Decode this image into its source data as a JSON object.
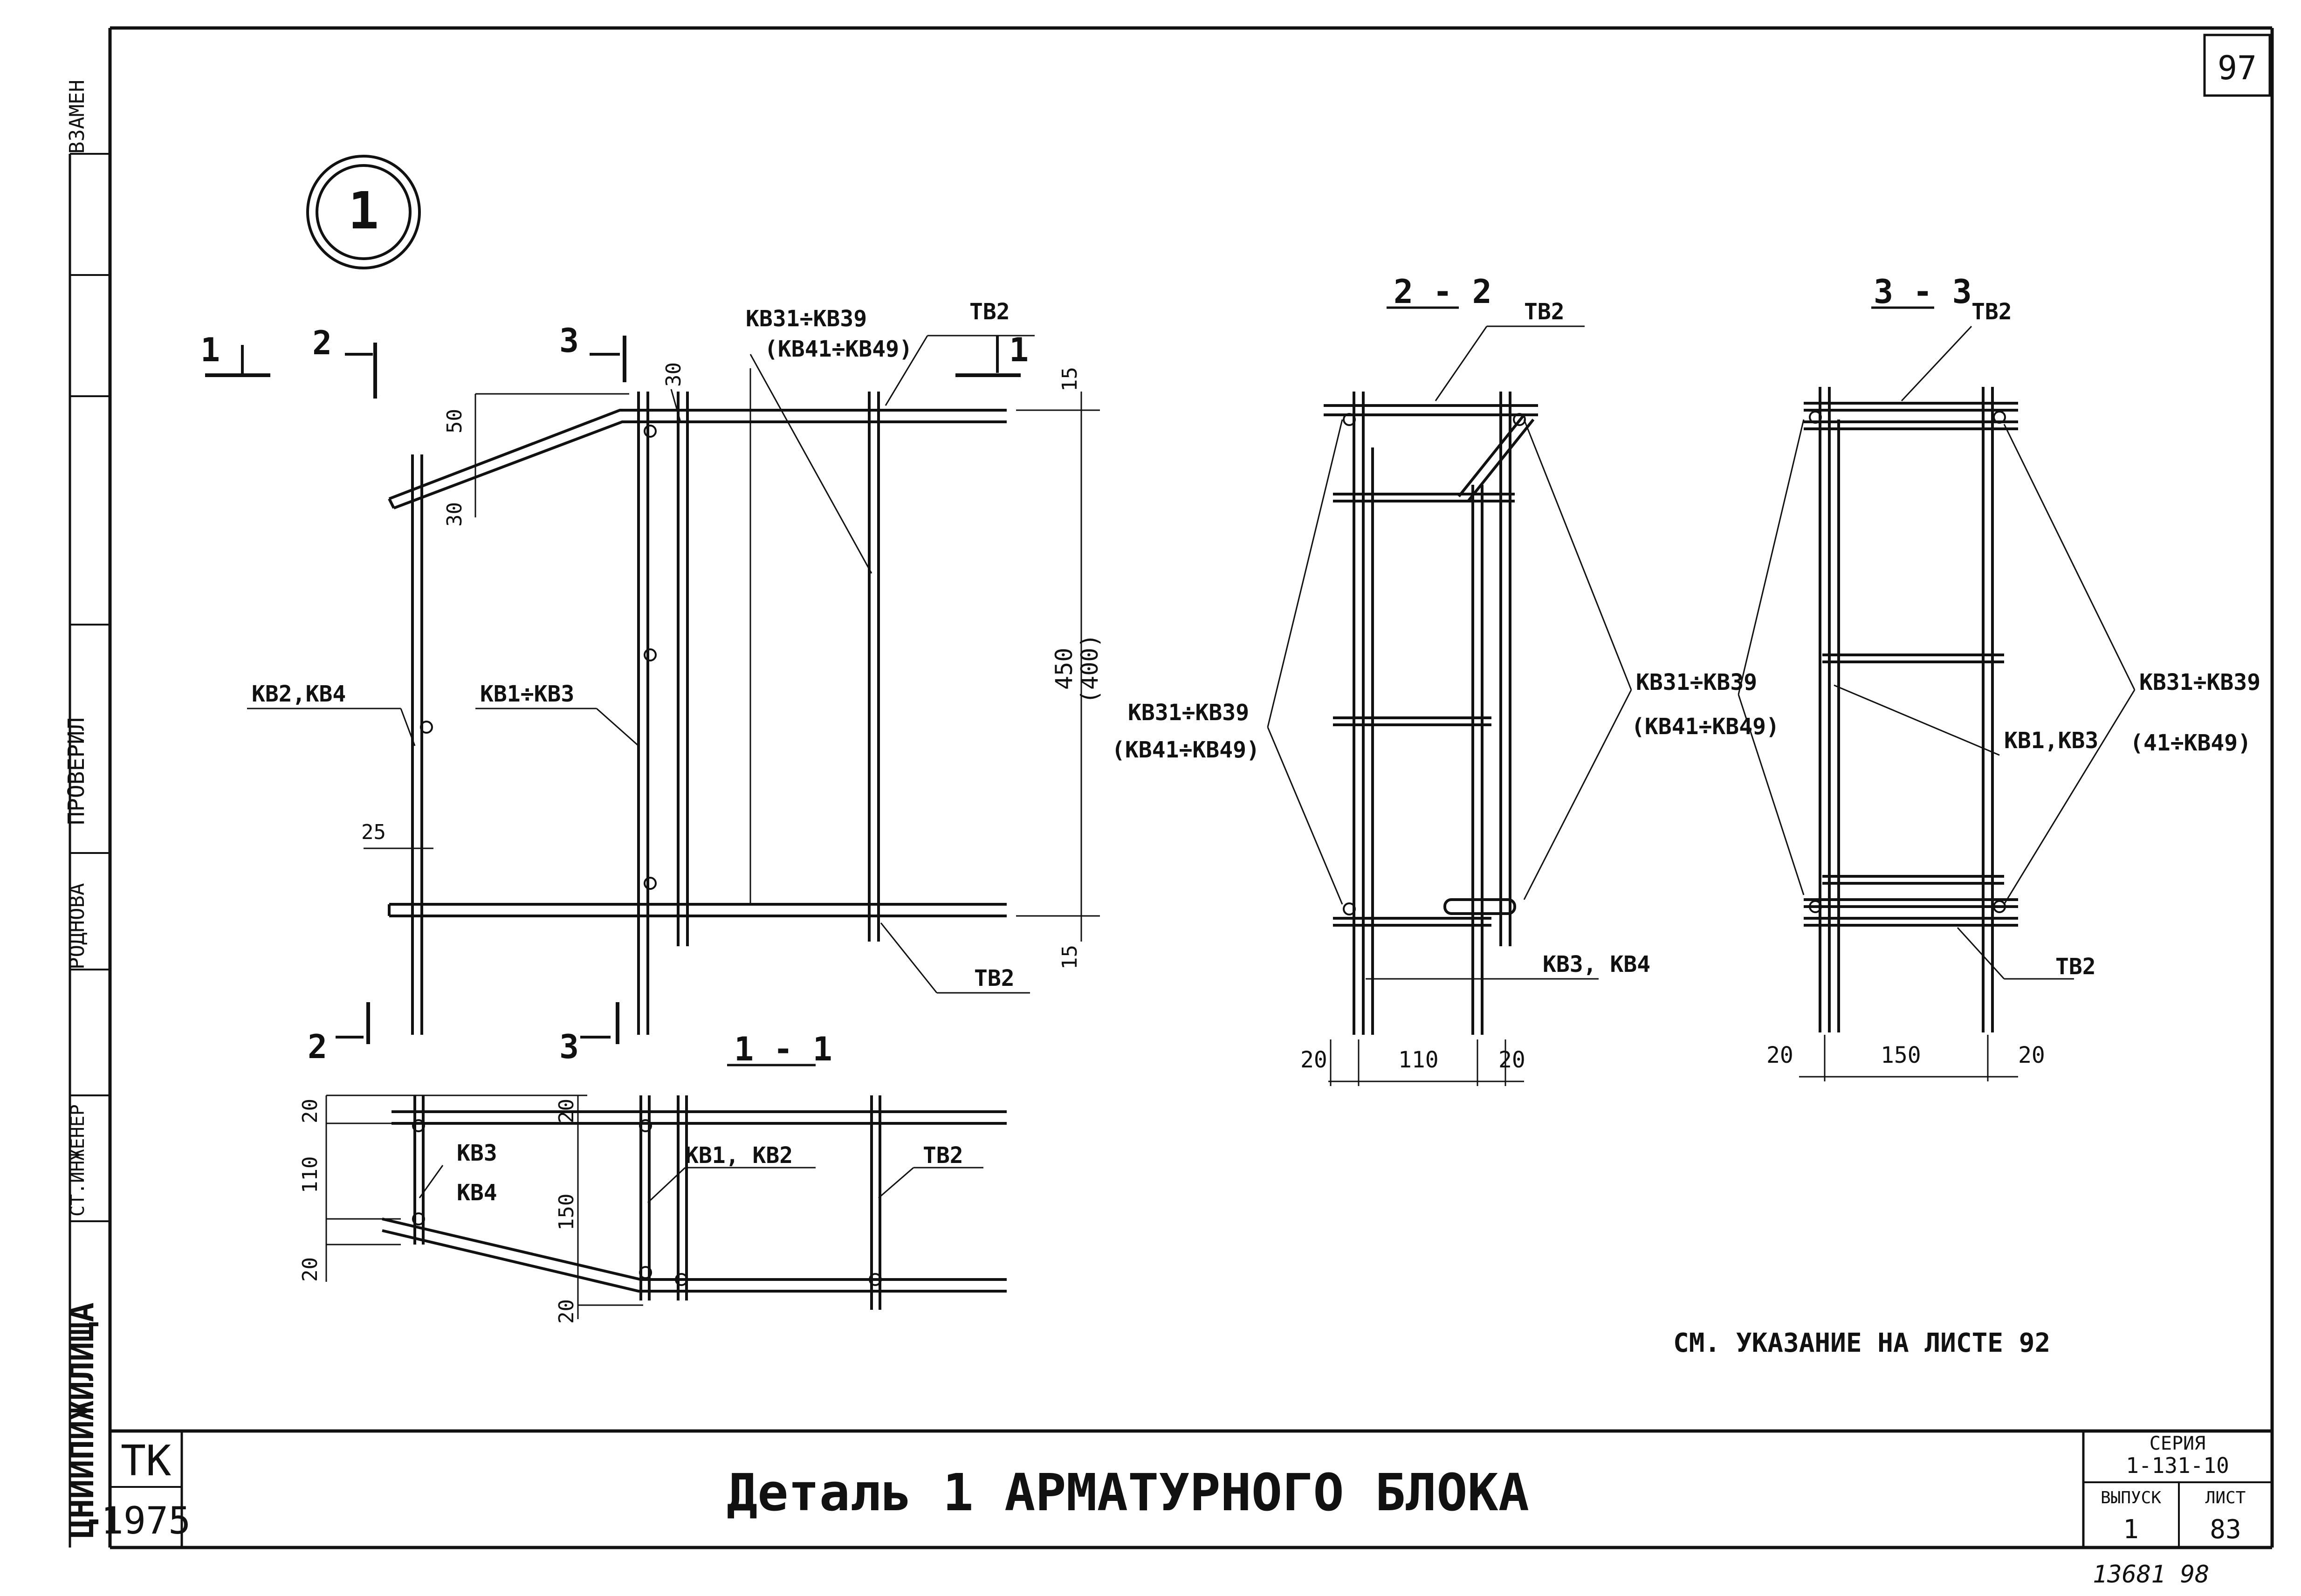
{
  "page_number": "97",
  "detail_number": "1",
  "side_stamp": {
    "vzamen": "ВЗАМЕН",
    "proveril": "ПРОВЕРИЛ",
    "rodnova": "РОДНОВА",
    "st_inzhener": "СТ.ИНЖЕНЕР",
    "org": "ЦНИИПИЖИЛИЩА"
  },
  "elevation": {
    "section_1": "1",
    "section_2": "2",
    "section_3": "3",
    "callout_kv31_39": "КВ31÷КВ39",
    "callout_kv41_49": "(КВ41÷КВ49)",
    "tv2_top": "ТВ2",
    "tv2_bottom": "ТВ2",
    "kv2_kv4": "КВ2,КВ4",
    "kv1_kv3": "КВ1÷КВ3",
    "dim_50": "50",
    "dim_30a": "30",
    "dim_30b": "30",
    "dim_15_top": "15",
    "dim_15_bottom": "15",
    "dim_450": "450",
    "dim_400": "(400)",
    "dim_25": "25"
  },
  "section_1_1": {
    "title": "1 - 1",
    "kv3": "КВ3",
    "kv4": "КВ4",
    "kv1_kv2": "КВ1, КВ2",
    "tv2": "ТВ2",
    "dim_20a": "20",
    "dim_110": "110",
    "dim_20b": "20",
    "dim_20c": "20",
    "dim_150": "150",
    "dim_20d": "20"
  },
  "section_2_2": {
    "title": "2 - 2",
    "tv2": "ТВ2",
    "callout_left_1": "КВ31÷КВ39",
    "callout_left_2": "(КВ41÷КВ49)",
    "callout_right_1": "КВ31÷КВ39",
    "callout_right_2": "(КВ41÷КВ49)",
    "kv3_kv4": "КВ3, КВ4",
    "dim_20a": "20",
    "dim_110": "110",
    "dim_20b": "20"
  },
  "section_3_3": {
    "title": "3 - 3",
    "tv2_top": "ТВ2",
    "tv2_bottom": "ТВ2",
    "kv1_kv3": "КВ1,КВ3",
    "callout_right_1": "КВ31÷КВ39",
    "callout_right_2": "(41÷КВ49)",
    "dim_20a": "20",
    "dim_150": "150",
    "dim_20b": "20"
  },
  "note": "СМ. УКАЗАНИЕ НА ЛИСТЕ 92",
  "title_block": {
    "org_code": "ТК",
    "year": "1975",
    "title": "Деталь 1 АРМАТУРНОГО БЛОКА",
    "series_label": "СЕРИЯ",
    "series_value": "1-131-10",
    "issue_label": "ВЫПУСК",
    "issue_value": "1",
    "sheet_label": "ЛИСТ",
    "sheet_value": "83"
  },
  "archive_number": "13681 98"
}
